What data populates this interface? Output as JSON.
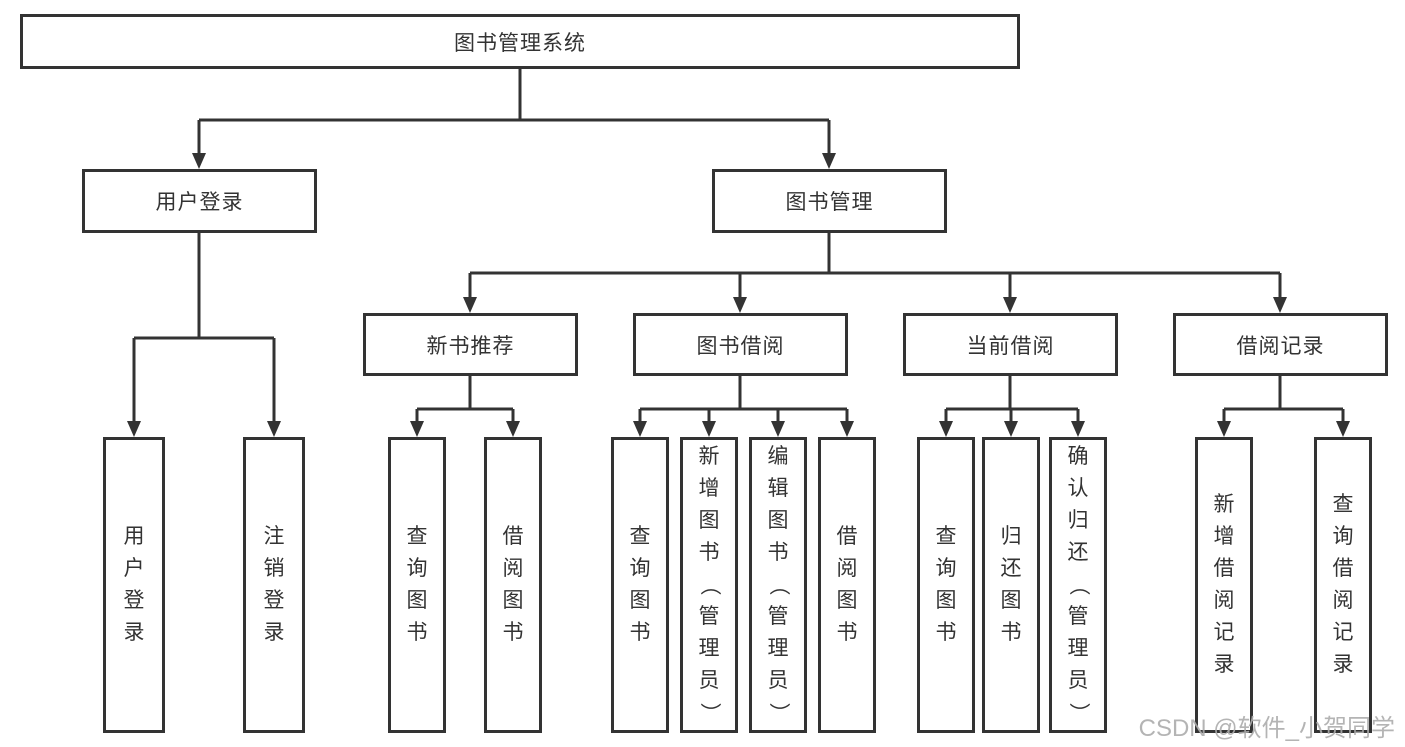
{
  "diagram": {
    "type": "tree-structure-diagram",
    "colors": {
      "line": "#333333",
      "box_border": "#333333",
      "text": "#333333",
      "background": "#ffffff",
      "watermark": "#acacac"
    },
    "tree": {
      "label": "图书管理系统",
      "children": [
        {
          "label": "用户登录",
          "children": [
            {
              "label": "用户登录"
            },
            {
              "label": "注销登录"
            }
          ]
        },
        {
          "label": "图书管理",
          "children": [
            {
              "label": "新书推荐",
              "children": [
                {
                  "label": "查询图书"
                },
                {
                  "label": "借阅图书"
                }
              ]
            },
            {
              "label": "图书借阅",
              "children": [
                {
                  "label": "查询图书"
                },
                {
                  "label": "新增图书（管理员）"
                },
                {
                  "label": "编辑图书（管理员）"
                },
                {
                  "label": "借阅图书"
                }
              ]
            },
            {
              "label": "当前借阅",
              "children": [
                {
                  "label": "查询图书"
                },
                {
                  "label": "归还图书"
                },
                {
                  "label": "确认归还（管理员）"
                }
              ]
            },
            {
              "label": "借阅记录",
              "children": [
                {
                  "label": "新增借阅记录"
                },
                {
                  "label": "查询借阅记录"
                }
              ]
            }
          ]
        }
      ]
    },
    "watermark": {
      "text": "CSDN @软件_小贺同学"
    }
  }
}
